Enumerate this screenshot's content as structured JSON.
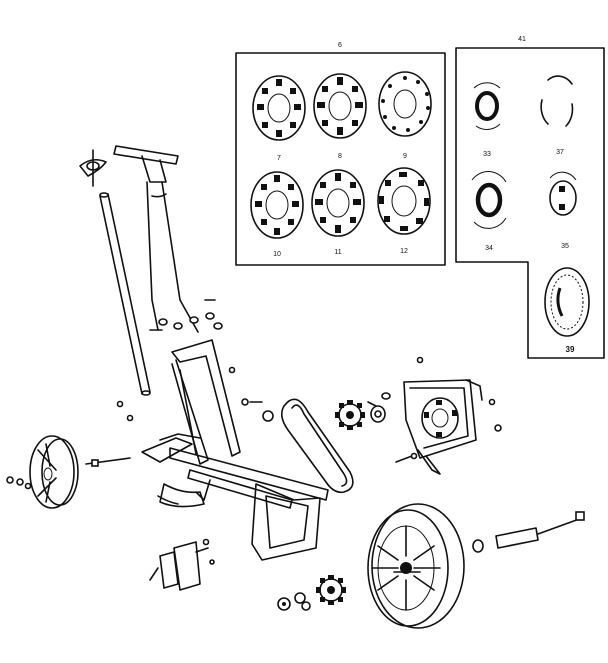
{
  "callouts": {
    "box_left": "6",
    "box_right": "41",
    "disc_7": "7",
    "disc_8": "8",
    "disc_9": "9",
    "disc_10": "10",
    "disc_11": "11",
    "disc_12": "12",
    "ring_33": "33",
    "ring_37": "37",
    "ring_34": "34",
    "ring_35": "35",
    "ring_39": "39"
  }
}
